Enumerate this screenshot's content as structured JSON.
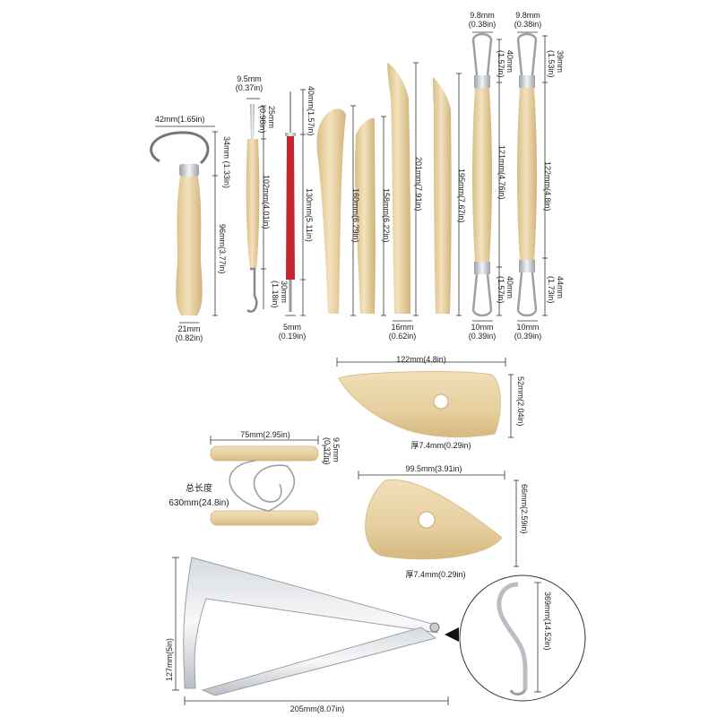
{
  "tools": {
    "loop_tool": {
      "width": "42mm(1.65in)",
      "head": "34mm\n(1.33in)",
      "handle": "96mm(3.77in)",
      "bottom": "21mm\n(0.82in)"
    },
    "needle_loop": {
      "top": "9.5mm\n(0.37in)",
      "tip": "25mm\n(0.98in)",
      "shaft": "102mm(4.01in)"
    },
    "needle_tool": {
      "tip": "40mm(1.57in)",
      "shaft": "130mm(5.11in)",
      "end": "30mm\n(1.18in)",
      "bottom": "5mm\n(0.19in)"
    },
    "wood_knife_1": {
      "length": "160mm(6.29in)"
    },
    "wood_knife_2": {
      "length": "158mm(6.22in)"
    },
    "wood_knife_3": {
      "length": "201mm(7.91in)",
      "bottom": "16mm\n(0.62in)"
    },
    "wood_knife_4": {
      "length": "195mm(7.67in)"
    },
    "ribbon_1": {
      "top": "9.8mm\n(0.38in)",
      "top_loop": "40mm\n(1.57in)",
      "middle": "121mm(4.76in)",
      "bottom_loop": "40mm\n(1.57in)",
      "bottom": "10mm\n(0.39in)"
    },
    "ribbon_2": {
      "top": "9.8mm\n(0.38in)",
      "top_loop": "39mm\n(1.53in)",
      "middle": "122mm(4.8in)",
      "bottom_loop": "44mm\n(1.73in)",
      "bottom": "10mm\n(0.39in)"
    }
  },
  "rib_knife": {
    "width": "122mm(4.8in)",
    "height": "52mm(2.04in)",
    "thickness": "厚7.4mm(0.29in)"
  },
  "wire_cutter": {
    "width": "75mm(2.95in)",
    "diameter": "9.5mm\n(0.37in)",
    "total_label": "总长度",
    "total_length": "630mm(24.8in)"
  },
  "pear_rib": {
    "width": "99.5mm(3.91in)",
    "height": "66mm(2.59in)",
    "thickness": "厚7.4mm(0.29in)"
  },
  "caliper": {
    "height": "127mm(5in)",
    "width": "205mm(8.07in)",
    "detail": "369mm(14.52in)"
  },
  "colors": {
    "wood": "#e9d4a8",
    "wood_dark": "#c9ab74",
    "metal": "#c8ccd2",
    "red": "#c1272d",
    "line": "#333333"
  }
}
